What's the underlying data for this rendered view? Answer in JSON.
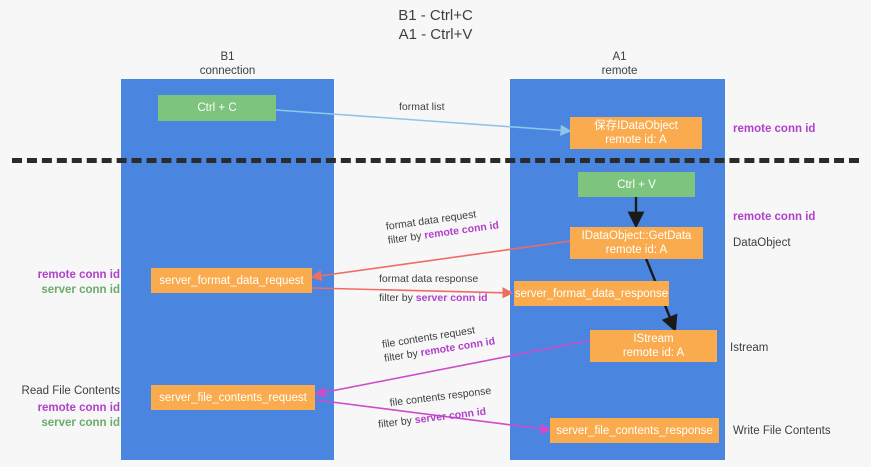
{
  "title": "B1 - Ctrl+C\nA1 - Ctrl+V",
  "columns": [
    {
      "name": "b1",
      "label": "B1\nconnection"
    },
    {
      "name": "a1",
      "label": "A1\nremote"
    }
  ],
  "nodes": {
    "ctrl_c": "Ctrl + C",
    "ctrl_v": "Ctrl + V",
    "idataobject_saved": "保存IDataObject\nremote id: A",
    "idataobject_getdata": "IDataObject::GetData\nremote id: A",
    "server_format_data_request": "server_format_data_request",
    "server_format_data_response": "server_format_data_response",
    "istream": "IStream\nremote id: A",
    "server_file_contents_request": "server_file_contents_request",
    "server_file_contents_response": "server_file_contents_response"
  },
  "edges": {
    "format_list": "format list",
    "format_data_request": "format data request",
    "format_data_request_filter_prefix": "filter by ",
    "format_data_request_filter_key": "remote conn id",
    "format_data_response": "format data response",
    "format_data_response_filter_prefix": "filter by ",
    "format_data_response_filter_key": "server conn id",
    "file_contents_request": "file contents request",
    "file_contents_request_filter_prefix": "filter by ",
    "file_contents_request_filter_key": "remote conn id",
    "file_contents_response": "file contents response",
    "file_contents_response_filter_prefix": "filter by ",
    "file_contents_response_filter_key": "server conn id"
  },
  "right_labels": {
    "remote_conn_id_top": "remote conn id",
    "remote_conn_id_mid": "remote conn id",
    "dataobject": "DataObject",
    "istream": "Istream",
    "write_file_contents": "Write File Contents"
  },
  "left_labels": {
    "mid_remote": "remote conn id",
    "mid_server": "server conn id",
    "read_file_contents": "Read File Contents",
    "bottom_remote": "remote conn id",
    "bottom_server": "server conn id"
  },
  "colors": {
    "swimlane": "#4a86e0",
    "node_orange": "#f9ab4e",
    "node_green": "#7dc47f",
    "accent_purple": "#b23fcb",
    "accent_green": "#6aab6c",
    "arrow_blue": "#8ec5e8",
    "arrow_red": "#ef6c62",
    "arrow_magenta": "#cc4ccc",
    "arrow_black": "#1a1a1a",
    "background": "#f7f7f7"
  }
}
